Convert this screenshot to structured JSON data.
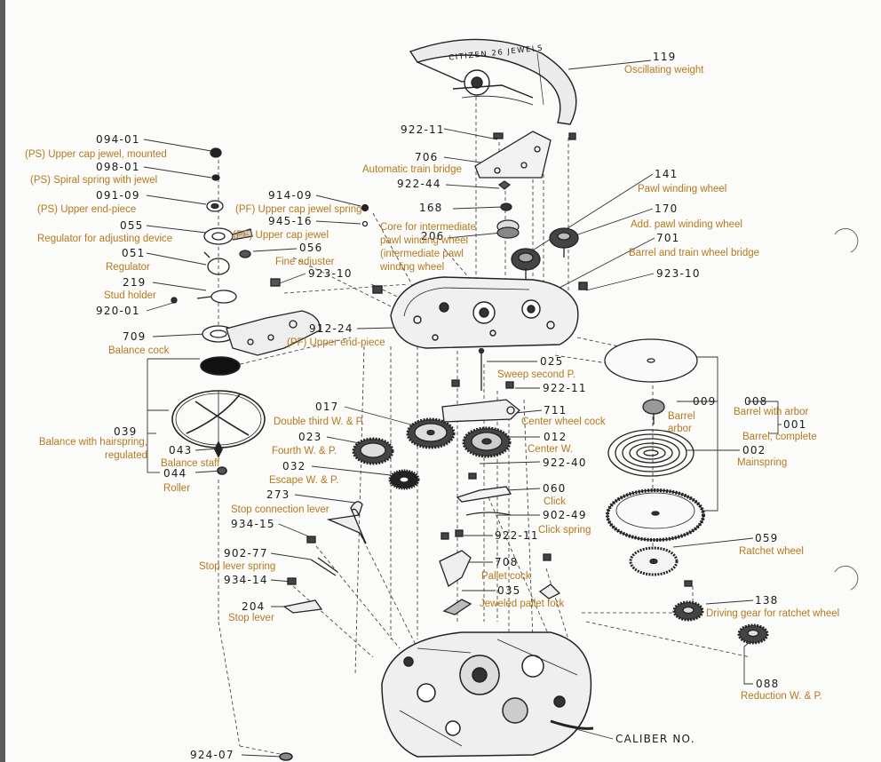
{
  "diagram": {
    "engraving": "CITIZEN 26 JEWELS",
    "caliber_label": "CALIBER NO.",
    "parts": [
      {
        "id": "p119",
        "number": "119",
        "name": "Oscillating weight"
      },
      {
        "id": "p922_11a",
        "number": "922-11",
        "name": ""
      },
      {
        "id": "p706",
        "number": "706",
        "name": "Automatic train bridge"
      },
      {
        "id": "p922_44",
        "number": "922-44",
        "name": ""
      },
      {
        "id": "p141",
        "number": "141",
        "name": "Pawl winding wheel"
      },
      {
        "id": "p170",
        "number": "170",
        "name": "Add. pawl winding wheel"
      },
      {
        "id": "p168",
        "number": "168",
        "name": ""
      },
      {
        "id": "p914_09",
        "number": "914-09",
        "name": "(PF) Upper cap jewel spring"
      },
      {
        "id": "p945_16",
        "number": "945-16",
        "name": "(PF) Upper cap jewel"
      },
      {
        "id": "p206",
        "number": "206",
        "name": "Core for intermediate pawl winding wheel (intermediate pawl winding wheel"
      },
      {
        "id": "p701",
        "number": "701",
        "name": "Barrel and train wheel bridge"
      },
      {
        "id": "p094_01",
        "number": "094-01",
        "name": "(PS) Upper cap jewel, mounted"
      },
      {
        "id": "p098_01",
        "number": "098-01",
        "name": "(PS) Spiral spring with jewel"
      },
      {
        "id": "p091_09",
        "number": "091-09",
        "name": "(PS) Upper end-piece"
      },
      {
        "id": "p055",
        "number": "055",
        "name": "Regulator for adjusting device"
      },
      {
        "id": "p051",
        "number": "051",
        "name": "Regulator"
      },
      {
        "id": "p056",
        "number": "056",
        "name": "Fine adjuster"
      },
      {
        "id": "p923_10a",
        "number": "923-10",
        "name": ""
      },
      {
        "id": "p923_10b",
        "number": "923-10",
        "name": ""
      },
      {
        "id": "p219",
        "number": "219",
        "name": "Stud holder"
      },
      {
        "id": "p920_01",
        "number": "920-01",
        "name": ""
      },
      {
        "id": "p709",
        "number": "709",
        "name": "Balance cock"
      },
      {
        "id": "p912_24",
        "number": "912-24",
        "name": "(PF) Upper end-piece"
      },
      {
        "id": "p025",
        "number": "025",
        "name": "Sweep second P."
      },
      {
        "id": "p922_11b",
        "number": "922-11",
        "name": ""
      },
      {
        "id": "p009",
        "number": "009",
        "name": "Barrel arbor"
      },
      {
        "id": "p008",
        "number": "008",
        "name": "Barrel with arbor"
      },
      {
        "id": "p001",
        "number": "001",
        "name": "Barrel, complete"
      },
      {
        "id": "p002",
        "number": "002",
        "name": "Mainspring"
      },
      {
        "id": "p017",
        "number": "017",
        "name": "Double third W. & P."
      },
      {
        "id": "p711",
        "number": "711",
        "name": "Center wheel cock"
      },
      {
        "id": "p039",
        "number": "039",
        "name": "Balance with hairspring, regulated"
      },
      {
        "id": "p023",
        "number": "023",
        "name": "Fourth W. & P."
      },
      {
        "id": "p012",
        "number": "012",
        "name": "Center W."
      },
      {
        "id": "p043",
        "number": "043",
        "name": "Balance staff"
      },
      {
        "id": "p044",
        "number": "044",
        "name": "Roller"
      },
      {
        "id": "p032",
        "number": "032",
        "name": "Escape W. & P."
      },
      {
        "id": "p922_40",
        "number": "922-40",
        "name": ""
      },
      {
        "id": "p060",
        "number": "060",
        "name": "Click"
      },
      {
        "id": "p273",
        "number": "273",
        "name": "Stop connection lever"
      },
      {
        "id": "p902_49",
        "number": "902-49",
        "name": "Click spring"
      },
      {
        "id": "p934_15",
        "number": "934-15",
        "name": ""
      },
      {
        "id": "p922_11c",
        "number": "922-11",
        "name": ""
      },
      {
        "id": "p059",
        "number": "059",
        "name": "Ratchet wheel"
      },
      {
        "id": "p902_77",
        "number": "902-77",
        "name": "Stop lever spring"
      },
      {
        "id": "p708",
        "number": "708",
        "name": "Pallet cock"
      },
      {
        "id": "p934_14",
        "number": "934-14",
        "name": ""
      },
      {
        "id": "p035",
        "number": "035",
        "name": "Jeweled pallet fork"
      },
      {
        "id": "p138",
        "number": "138",
        "name": "Driving gear for ratchet wheel"
      },
      {
        "id": "p204",
        "number": "204",
        "name": "Stop lever"
      },
      {
        "id": "p088",
        "number": "088",
        "name": "Reduction W. & P."
      },
      {
        "id": "p924_07",
        "number": "924-07",
        "name": ""
      }
    ]
  }
}
